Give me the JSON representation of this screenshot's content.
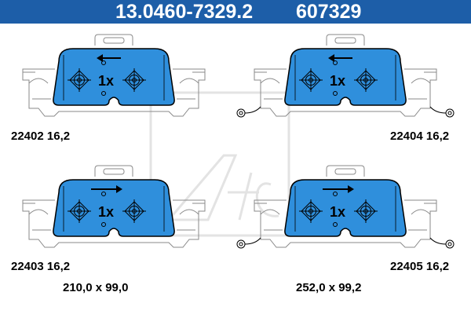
{
  "header": {
    "article_number": "13.0460-7329.2",
    "ref_number": "607329",
    "background": "#1d5ea8",
    "text_color": "#ffffff"
  },
  "pads": [
    {
      "id": "22402",
      "thickness": "16,2",
      "quantity": "1x",
      "arrow": "left",
      "has_wear_sensor": false
    },
    {
      "id": "22404",
      "thickness": "16,2",
      "quantity": "1x",
      "arrow": "left",
      "has_wear_sensor": true
    },
    {
      "id": "22403",
      "thickness": "16,2",
      "quantity": "1x",
      "arrow": "right",
      "has_wear_sensor": false
    },
    {
      "id": "22405",
      "thickness": "16,2",
      "quantity": "1x",
      "arrow": "right",
      "has_wear_sensor": true
    }
  ],
  "dimensions": [
    {
      "value": "210,0 x 99,0"
    },
    {
      "value": "252,0 x 99,2"
    }
  ],
  "colors": {
    "friction_fill": "#2f8fdc",
    "outline": "#000000",
    "plate_line": "#8a8a8a",
    "watermark": "#e3e3e3"
  }
}
